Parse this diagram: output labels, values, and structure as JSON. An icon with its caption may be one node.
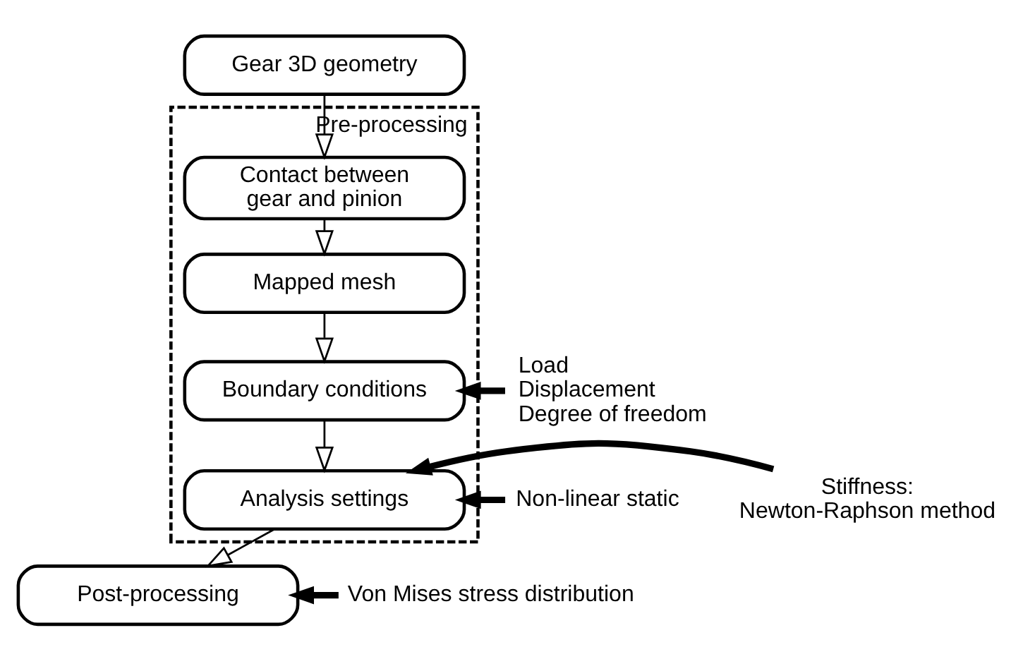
{
  "diagram": {
    "nodes": [
      {
        "text": [
          "Gear 3D geometry"
        ]
      },
      {
        "text": [
          "Pre-processing"
        ]
      },
      {
        "text": [
          "Contact between gear and pinion"
        ],
        "in": 1
      },
      {
        "text": [
          "Mapped mesh"
        ],
        "in": 1
      },
      {
        "text": [
          "Boundary conditions"
        ],
        "in": 1
      },
      {
        "text": [
          "Analysis settings"
        ],
        "in": 1
      },
      {
        "text": [
          "Post-processing"
        ]
      },
      {
        "text": [
          "Load",
          "Displacement",
          "Degree of freedom"
        ]
      },
      {
        "text": [
          "Non-linear static"
        ]
      },
      {
        "text": [
          "Stiffness: Newton-Raphson method"
        ]
      },
      {
        "text": [
          "Von Mises stress distribution"
        ]
      }
    ],
    "edges": [
      {
        "from": 0,
        "to": 2,
        "arrow": "to"
      },
      {
        "from": 2,
        "to": 3,
        "arrow": "to"
      },
      {
        "from": 3,
        "to": 4,
        "arrow": "to"
      },
      {
        "from": 4,
        "to": 5,
        "arrow": "to"
      },
      {
        "from": 5,
        "to": 6,
        "arrow": "to"
      },
      {
        "from": 7,
        "to": 4,
        "arrow": "to",
        "style": "thick"
      },
      {
        "from": 8,
        "to": 5,
        "arrow": "to",
        "style": "thick"
      },
      {
        "from": 9,
        "to": 5,
        "arrow": "to",
        "style": "thick"
      },
      {
        "from": 10,
        "to": 6,
        "arrow": "to",
        "style": "thick"
      }
    ]
  }
}
